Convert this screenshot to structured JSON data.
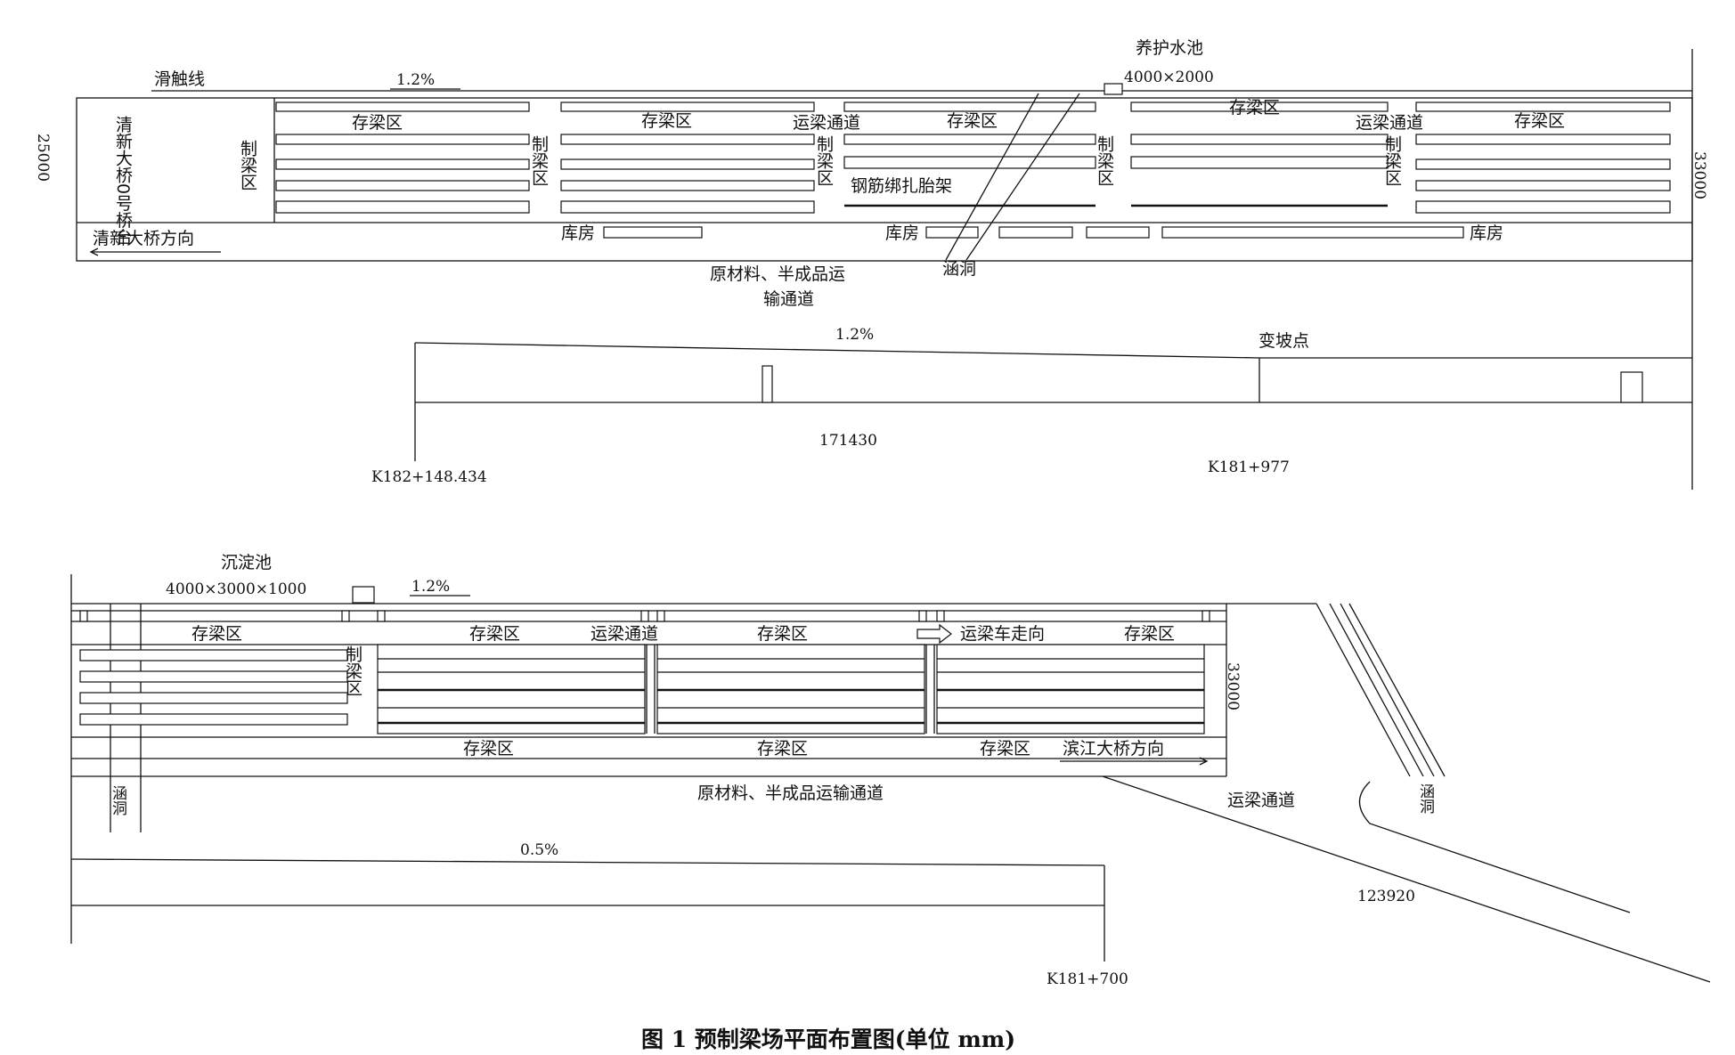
{
  "figure": {
    "caption": "图 1  预制梁场平面布置图(单位 mm)"
  },
  "top_plan": {
    "trolley_line": "滑触线",
    "slope_top": "1.2%",
    "curing_pool_name": "养护水池",
    "curing_pool_size": "4000×2000",
    "abutment": "清新大桥0号桥台",
    "dim_left": "25000",
    "dim_right": "33000",
    "storage_labels": [
      "存梁区",
      "存梁区",
      "存梁区",
      "存梁区",
      "存梁区"
    ],
    "fabrication_label": "制梁区",
    "transport_channel_1": "运梁通道",
    "transport_channel_2": "运梁通道",
    "rebar_jig": "钢筋绑扎胎架",
    "warehouse_labels": [
      "库房",
      "库房",
      "库房"
    ],
    "direction": "清新大桥方向",
    "culvert": "涵洞",
    "material_channel_line1": "原材料、半成品运",
    "material_channel_line2": "输通道"
  },
  "top_profile": {
    "slope": "1.2%",
    "grade_change": "变坡点",
    "length": "171430",
    "station_start": "K182+148.434",
    "station_mid": "K181+977"
  },
  "bottom_plan": {
    "settling_pool_name": "沉淀池",
    "settling_pool_size": "4000×3000×1000",
    "slope_top": "1.2%",
    "storage_top_labels": [
      "存梁区",
      "存梁区",
      "存梁区",
      "存梁区"
    ],
    "transport_channel": "运梁通道",
    "trolley_direction": "运梁车走向",
    "fabrication_label": "制梁区",
    "storage_bottom_labels": [
      "存梁区",
      "存梁区",
      "存梁区"
    ],
    "direction": "滨江大桥方向",
    "dim_right": "33000",
    "material_channel": "原材料、半成品运输通道",
    "transport_channel_out": "运梁通道",
    "culvert_left": "涵洞",
    "culvert_right": "涵洞"
  },
  "bottom_profile": {
    "slope": "0.5%",
    "length": "123920",
    "station_end": "K181+700"
  }
}
